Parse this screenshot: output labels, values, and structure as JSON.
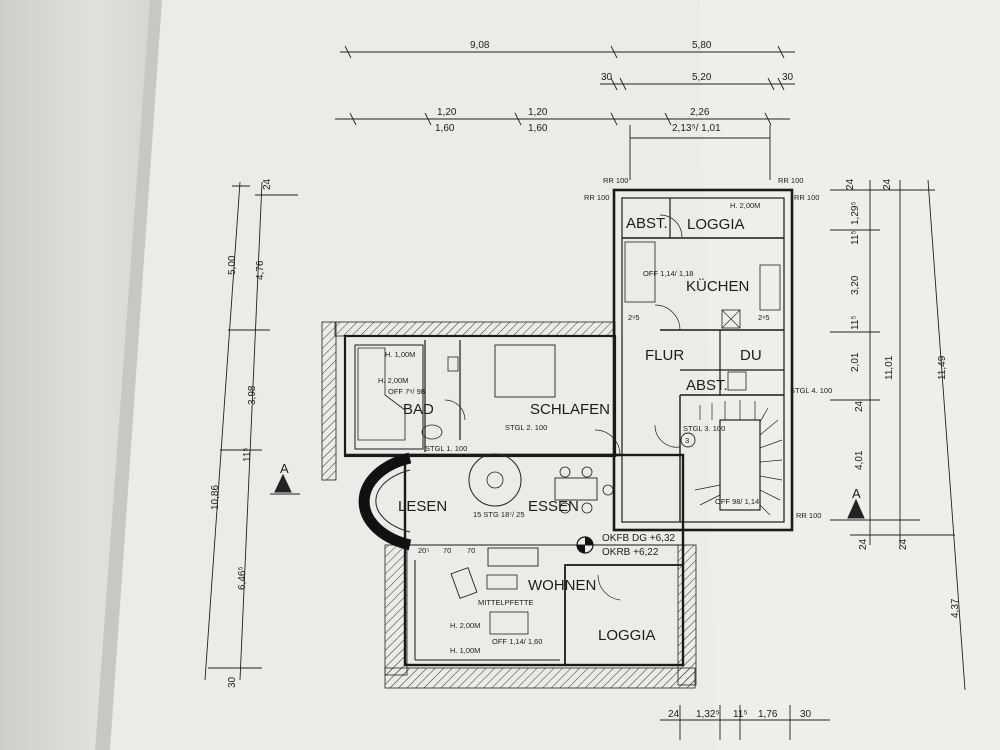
{
  "rooms": {
    "abst_top": "ABST.",
    "loggia_top": "LOGGIA",
    "kochen": "KÜCHEN",
    "flur": "FLUR",
    "du": "DU",
    "abst_mid": "ABST.",
    "bad": "BAD",
    "schlafen": "SCHLAFEN",
    "lesen": "LESEN",
    "essen": "ESSEN",
    "wohnen": "WOHNEN",
    "loggia_bottom": "LOGGIA"
  },
  "top_dimensions": {
    "row1": [
      "9,08",
      "5,80"
    ],
    "row2": [
      "30",
      "5,20",
      "30"
    ],
    "row3_upper": [
      "1,20",
      "1,20",
      "2,26"
    ],
    "row3_lower": [
      "1,60",
      "1,60",
      "2,13⁵/ 1,01"
    ]
  },
  "left_dimensions": {
    "outer": [
      "5,00",
      "10,86"
    ],
    "inner": [
      "24",
      "4,76",
      "3,98",
      "11⁵",
      "6,46⁵",
      "30"
    ]
  },
  "right_dimensions": {
    "inner": [
      "24",
      "1,29⁵",
      "11⁵",
      "3,20",
      "11⁵",
      "2,01",
      "24",
      "4,01",
      "24"
    ],
    "middle": [
      "24",
      "11,01",
      "24"
    ],
    "outer": [
      "11,49",
      "4,37"
    ]
  },
  "bottom_dimensions": [
    "24",
    "1,32⁵",
    "11⁵",
    "1,76",
    "30"
  ],
  "annotations": {
    "rr_top_left": "RR 100",
    "rr_top_left2": "RR 100",
    "rr_top_right": "RR 100",
    "rr_top_right2": "RR 100",
    "rr_bottom_right": "RR 100",
    "h200_loggia": "H. 2,00M",
    "off_kitchen": "OFF 1,14/ 1,18",
    "dim_295_left": "2⁹5",
    "dim_295_right": "2⁹5",
    "stgl_right": "STGL 4. 100",
    "stgl_stair": "STGL 3. 100",
    "stgl_bad": "STGL 2. 100",
    "stgl_lesen": "STGL 1. 100",
    "h100_bad": "H. 1,00M",
    "h200_bad": "H. 2,00M",
    "off_bad": "OFF 7⁸/ 98",
    "stair_note": "15 STG 18⁷/ 25",
    "okfb": "OKFB DG +6,32",
    "okrb": "OKRB +6,22",
    "dim_20": "20⁵",
    "dim_70a": "70",
    "dim_70b": "70",
    "mittelpfette": "MITTELPFETTE",
    "h200_wohnen": "H. 2,00M",
    "h100_wohnen": "H. 1,00M",
    "off_wohnen": "OFF 1,14/ 1,60",
    "off_stair": "OFF 98/ 1,14",
    "stair_num": "3",
    "section_a_left": "A",
    "section_a_right": "A"
  }
}
